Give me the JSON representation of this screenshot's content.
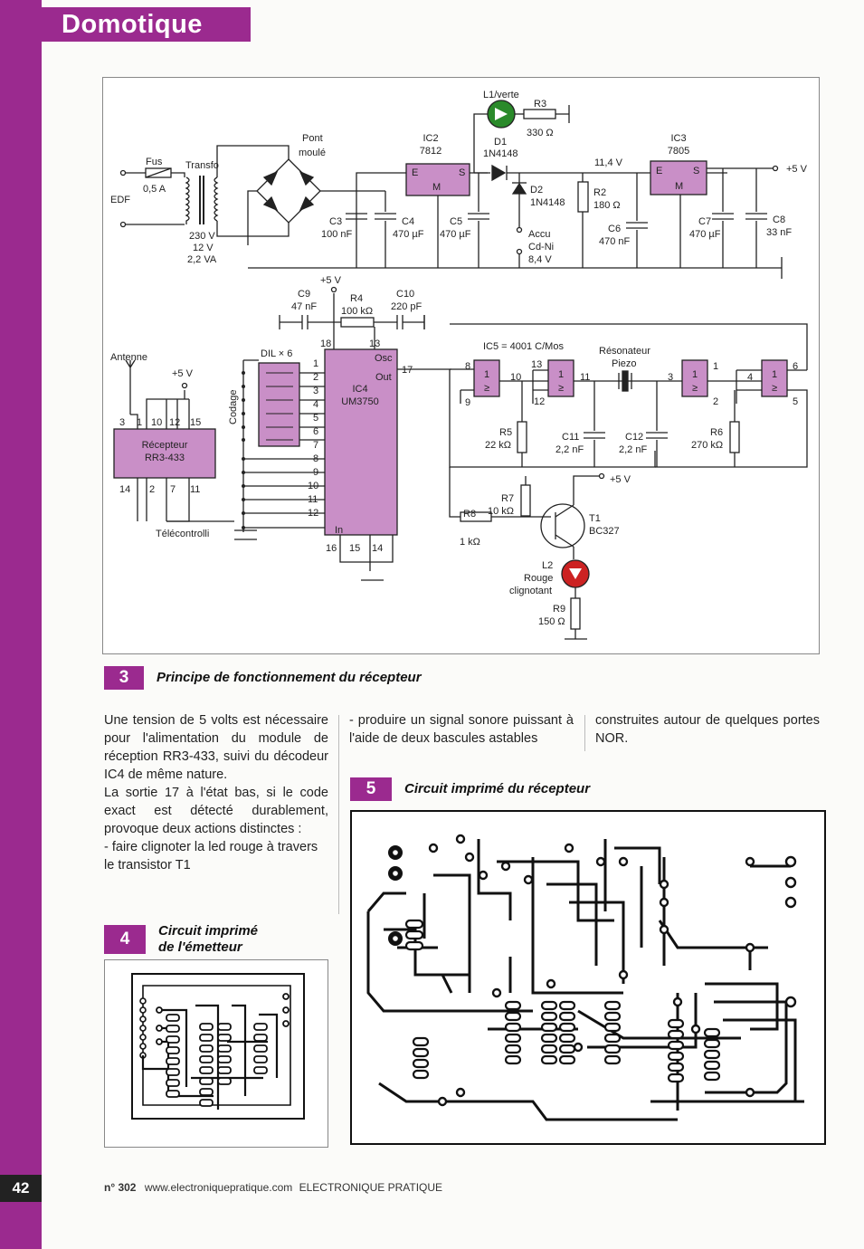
{
  "header": {
    "section": "Domotique"
  },
  "page": {
    "number": "42"
  },
  "footer": {
    "issue": "n° 302",
    "url": "www.electroniquepratique.com",
    "magazine": "ELECTRONIQUE PRATIQUE"
  },
  "schematic": {
    "labels": {
      "edf": "EDF",
      "fus": "Fus",
      "fus_value": "0,5 A",
      "transfo": "Transfo",
      "transfo_v1": "230 V",
      "transfo_v2": "12 V",
      "transfo_va": "2,2 VA",
      "pont1": "Pont",
      "pont2": "moulé",
      "ic2": "IC2",
      "ic2_ref": "7812",
      "ic3": "IC3",
      "ic3_ref": "7805",
      "e": "E",
      "s": "S",
      "m": "M",
      "l1": "L1/verte",
      "r3": "R3",
      "r3_value": "330 Ω",
      "d1": "D1",
      "d1_ref": "1N4148",
      "d2": "D2",
      "d2_ref": "1N4148",
      "v114": "11,4 V",
      "r2": "R2",
      "r2_value": "180 Ω",
      "plus5v": "+5 V",
      "c3": "C3",
      "c3_value": "100 nF",
      "c4": "C4",
      "c4_value": "470 µF",
      "c5": "C5",
      "c5_value": "470 µF",
      "accu1": "Accu",
      "accu2": "Cd-Ni",
      "accu3": "8,4 V",
      "c6": "C6",
      "c6_value": "470 nF",
      "c7": "C7",
      "c7_value": "470 µF",
      "c8": "C8",
      "c8_value": "33 nF",
      "c9": "C9",
      "c9_value": "47 nF",
      "r4": "R4",
      "r4_value": "100 kΩ",
      "c10": "C10",
      "c10_value": "220 pF",
      "antenne": "Antenne",
      "dil": "DIL × 6",
      "codage": "Codage",
      "recepteur1": "Récepteur",
      "recepteur2": "RR3-433",
      "telecontroll": "Télécontrolli",
      "ic4": "IC4",
      "ic4_ref": "UM3750",
      "osc": "Osc",
      "out": "Out",
      "in": "In",
      "ic5": "IC5 = 4001 C/Mos",
      "resonateur1": "Résonateur",
      "resonateur2": "Piezo",
      "r5": "R5",
      "r5_value": "22 kΩ",
      "c11": "C11",
      "c11_value": "2,2 nF",
      "c12": "C12",
      "c12_value": "2,2 nF",
      "r6": "R6",
      "r6_value": "270 kΩ",
      "r7": "R7",
      "r7_value": "10 kΩ",
      "r8": "R8",
      "r8_value": "1 kΩ",
      "t1": "T1",
      "t1_ref": "BC327",
      "l2": "L2",
      "l2_c1": "Rouge",
      "l2_c2": "clignotant",
      "r9": "R9",
      "r9_value": "150 Ω",
      "gate": "1",
      "ge": "≥"
    },
    "rx_pins_top": [
      "3",
      "1",
      "10",
      "12",
      "15"
    ],
    "rx_pins_bottom": [
      "14",
      "2",
      "7",
      "11"
    ],
    "ic4_pins": [
      "1",
      "2",
      "3",
      "4",
      "5",
      "6",
      "7",
      "8",
      "9",
      "10",
      "11",
      "12"
    ],
    "ic4_misc_pins": {
      "p18": "18",
      "p13": "13",
      "p17": "17",
      "p16": "16",
      "p15": "15",
      "p14": "14"
    },
    "nor_pins": {
      "a8": "8",
      "a9": "9",
      "a10": "10",
      "b13": "13",
      "b12": "12",
      "b11": "11",
      "c3": "3",
      "c2": "2",
      "c1": "1",
      "d4": "4",
      "d5": "5",
      "d6": "6"
    }
  },
  "fig3": {
    "number": "3",
    "title": "Principe de fonctionnement du récepteur"
  },
  "fig4": {
    "number": "4",
    "title_line1": "Circuit imprimé",
    "title_line2": "de l'émetteur"
  },
  "fig5": {
    "number": "5",
    "title": "Circuit imprimé du récepteur"
  },
  "article": {
    "col1": [
      "Une tension de 5 volts est nécessaire pour l'alimentation du module de réception RR3-433, suivi du décodeur IC4 de même nature.",
      "La sortie 17 à l'état bas, si le code exact est détecté durablement, provoque deux actions distinctes :",
      "- faire clignoter la led rouge à travers le transistor T1"
    ],
    "col2": [
      "- produire un signal sonore puissant à l'aide de deux bascules astables"
    ],
    "col3": [
      "construites autour de quelques portes NOR."
    ]
  }
}
